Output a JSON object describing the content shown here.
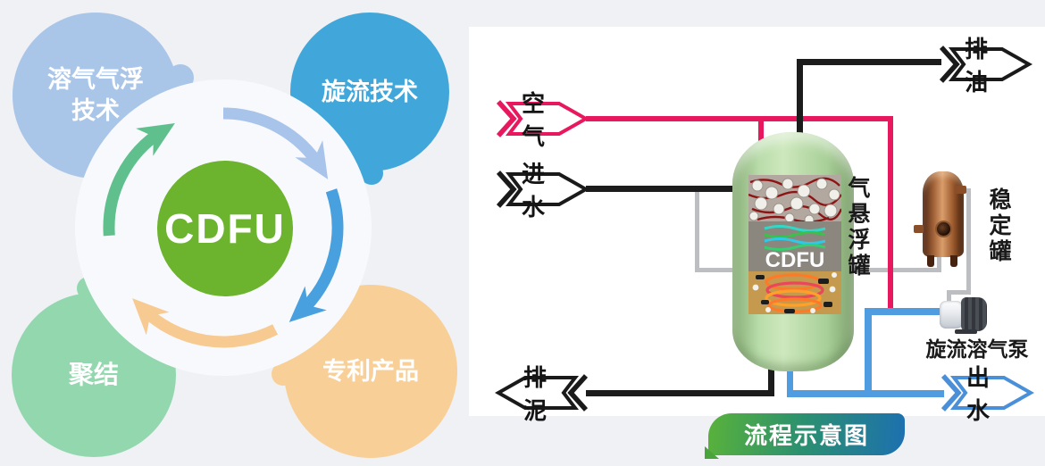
{
  "page": {
    "background": "#eff1f5",
    "panel_background": "#ffffff"
  },
  "cycle_diagram": {
    "center_label": "CDFU",
    "center_color": "#6cb32e",
    "circles": [
      {
        "name": "dissolved-air-flotation-tech",
        "label": "溶气气浮\n技术",
        "color": "#a9c6e9"
      },
      {
        "name": "cyclone-technology",
        "label": "旋流技术",
        "color": "#41a7da"
      },
      {
        "name": "coalescence",
        "label": "聚结",
        "color": "#92d7ad"
      },
      {
        "name": "patented-product",
        "label": "专利产品",
        "color": "#f8cf97"
      }
    ],
    "arrows": [
      {
        "name": "arrow-green",
        "color": "#5fc08e"
      },
      {
        "name": "arrow-light-blue",
        "color": "#a9c4ea"
      },
      {
        "name": "arrow-blue",
        "color": "#49a0de"
      },
      {
        "name": "arrow-orange",
        "color": "#f7ca92"
      }
    ]
  },
  "flow_diagram": {
    "caption": "流程示意图",
    "tags": [
      {
        "name": "air-inlet",
        "label": "空气",
        "color": "#e8185e"
      },
      {
        "name": "water-inlet",
        "label": "进水",
        "color": "#1a1a1a"
      },
      {
        "name": "oil-discharge",
        "label": "排油",
        "color": "#1a1a1a"
      },
      {
        "name": "sludge-discharge",
        "label": "排泥",
        "color": "#1a1a1a"
      },
      {
        "name": "water-outlet",
        "label": "出水",
        "color": "#4a90d8"
      }
    ],
    "equipment": [
      {
        "name": "air-flotation-tank",
        "label": "气悬浮罐",
        "inner_label": "CDFU"
      },
      {
        "name": "stabilization-tank",
        "label": "稳定罐"
      },
      {
        "name": "cyclone-dissolved-air-pump",
        "label": "旋流溶气泵"
      }
    ],
    "pipe_colors": {
      "air": "#e8185e",
      "water": "#1c1c1c",
      "dissolved_water": "#bcbec2",
      "outlet_water": "#4f9de0"
    }
  }
}
